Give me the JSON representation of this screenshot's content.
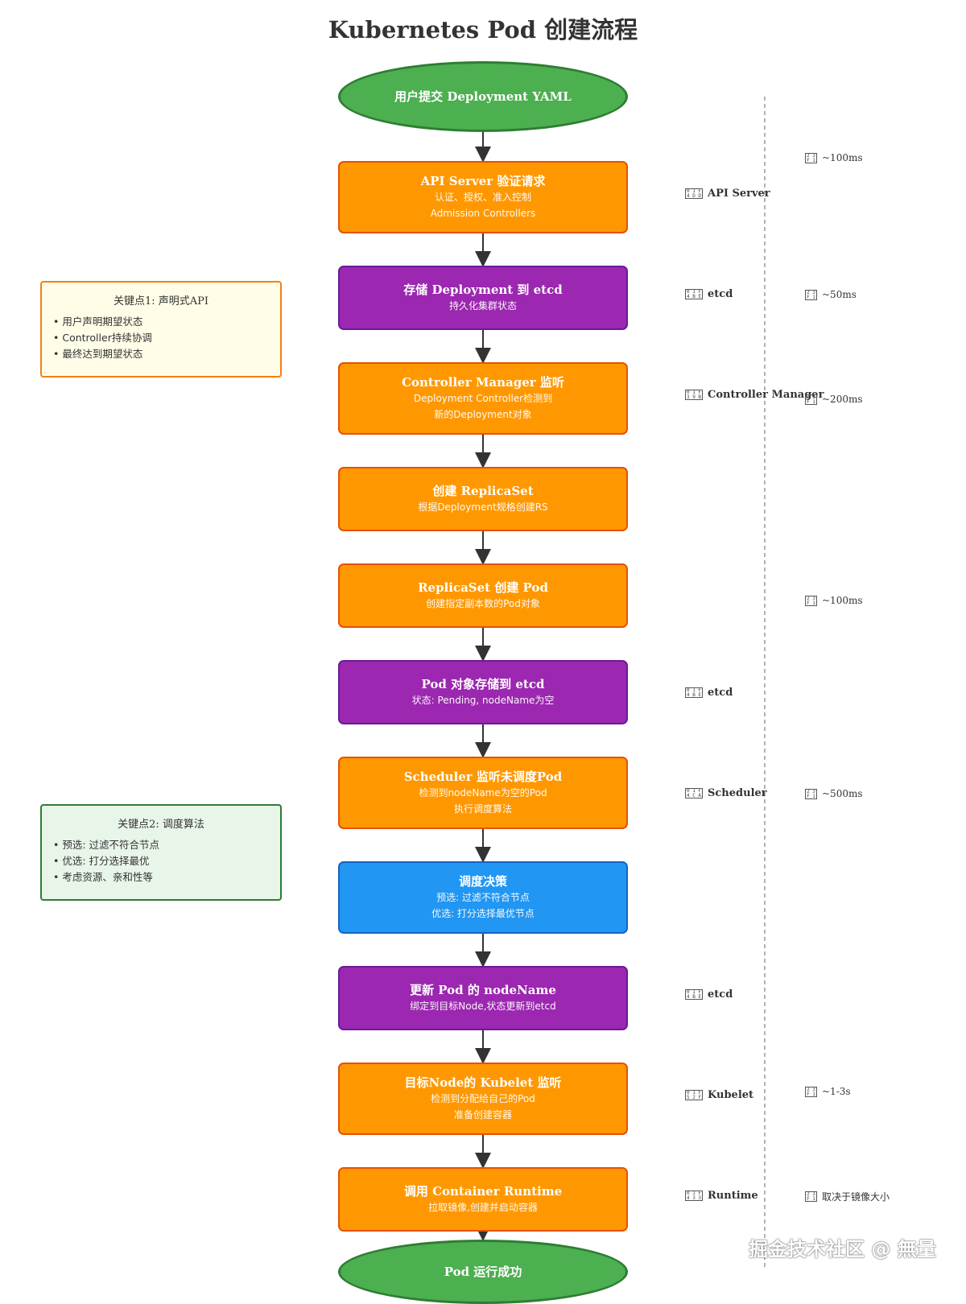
{
  "title": "Kubernetes Pod 创建流程",
  "colors": {
    "start_fill": "#4CAF50",
    "start_border": "#2E7D32",
    "process_fill": "#FF9800",
    "process_border": "#E65100",
    "store_fill": "#9C27B0",
    "store_border": "#6A1B9A",
    "decision_fill": "#2196F3",
    "decision_border": "#1565C0"
  },
  "nodes": [
    {
      "id": "start",
      "type": "start",
      "title": "用户提交 Deployment YAML",
      "desc": []
    },
    {
      "id": "api-server",
      "type": "process",
      "title": "API Server 验证请求",
      "desc": [
        "认证、授权、准入控制",
        "Admission Controllers"
      ]
    },
    {
      "id": "etcd-deployment",
      "type": "store",
      "title": "存储 Deployment 到 etcd",
      "desc": [
        "持久化集群状态"
      ]
    },
    {
      "id": "controller-manager",
      "type": "process",
      "title": "Controller Manager 监听",
      "desc": [
        "Deployment Controller检测到",
        "新的Deployment对象"
      ]
    },
    {
      "id": "create-replicaset",
      "type": "process",
      "title": "创建 ReplicaSet",
      "desc": [
        "根据Deployment规格创建RS"
      ]
    },
    {
      "id": "replicaset-create-pod",
      "type": "process",
      "title": "ReplicaSet 创建 Pod",
      "desc": [
        "创建指定副本数的Pod对象"
      ]
    },
    {
      "id": "pod-etcd",
      "type": "store",
      "title": "Pod 对象存储到 etcd",
      "desc": [
        "状态: Pending, nodeName为空"
      ]
    },
    {
      "id": "scheduler",
      "type": "process",
      "title": "Scheduler 监听未调度Pod",
      "desc": [
        "检测到nodeName为空的Pod",
        "执行调度算法"
      ]
    },
    {
      "id": "decision",
      "type": "decision",
      "title": "调度决策",
      "desc": [
        "预选: 过滤不符合节点",
        "优选: 打分选择最优节点"
      ]
    },
    {
      "id": "update-nodename",
      "type": "store",
      "title": "更新 Pod 的 nodeName",
      "desc": [
        "绑定到目标Node,状态更新到etcd"
      ]
    },
    {
      "id": "kubelet",
      "type": "process",
      "title": "目标Node的 Kubelet 监听",
      "desc": [
        "检测到分配给自己的Pod",
        "准备创建容器"
      ]
    },
    {
      "id": "runtime",
      "type": "process",
      "title": "调用 Container Runtime",
      "desc": [
        "拉取镜像,创建并启动容器"
      ]
    },
    {
      "id": "end",
      "type": "start",
      "title": "Pod 运行成功",
      "desc": []
    }
  ],
  "notes": [
    {
      "id": "note-1",
      "title": "关键点1: 声明式API",
      "items": [
        "• 用户声明期望状态",
        "• Controller持续协调",
        "• 最终达到期望状态"
      ],
      "fill": "#FFFDE7",
      "border": "#F57F17"
    },
    {
      "id": "note-2",
      "title": "关键点2: 调度算法",
      "items": [
        "• 预选: 过滤不符合节点",
        "• 优选: 打分选择最优",
        "• 考虑资源、亲和性等"
      ],
      "fill": "#E8F5E9",
      "border": "#2E7D32"
    }
  ],
  "components": [
    {
      "node": "api-server",
      "icon": "0 1 F\n4 D D",
      "label": "API Server"
    },
    {
      "node": "etcd-deployment",
      "icon": "0 1 F\n4 B E",
      "label": "etcd"
    },
    {
      "node": "controller-manager",
      "icon": "0 1 F\n3 9 B",
      "label": "Controller Manager"
    },
    {
      "node": "pod-etcd",
      "icon": "0 1 F\n4 B E",
      "label": "etcd"
    },
    {
      "node": "scheduler",
      "icon": "0 1 F\n4 C A",
      "label": "Scheduler"
    },
    {
      "node": "update-nodename",
      "icon": "0 1 F\n4 B E",
      "label": "etcd"
    },
    {
      "node": "kubelet",
      "icon": "0 1 F\n5 2 F",
      "label": "Kubelet"
    },
    {
      "node": "runtime",
      "icon": "0 1 F\n4 3 3",
      "label": "Runtime"
    }
  ],
  "timings": [
    {
      "node": "start",
      "icon": "2 3\nF 1",
      "label": "~100ms"
    },
    {
      "node": "etcd-deployment",
      "icon": "2 3\nF 1",
      "label": "~50ms"
    },
    {
      "node": "controller-manager",
      "icon": "2 3\nF 1",
      "label": "~200ms"
    },
    {
      "node": "replicaset-create-pod",
      "icon": "2 3\nF 1",
      "label": "~100ms"
    },
    {
      "node": "scheduler",
      "icon": "2 3\nF 1",
      "label": "~500ms"
    },
    {
      "node": "kubelet",
      "icon": "2 3\nF 1",
      "label": "~1-3s"
    },
    {
      "node": "runtime",
      "icon": "2 3\nF 1",
      "label": "取决于镜像大小"
    }
  ],
  "watermark": "掘金技术社区 @ 無量"
}
